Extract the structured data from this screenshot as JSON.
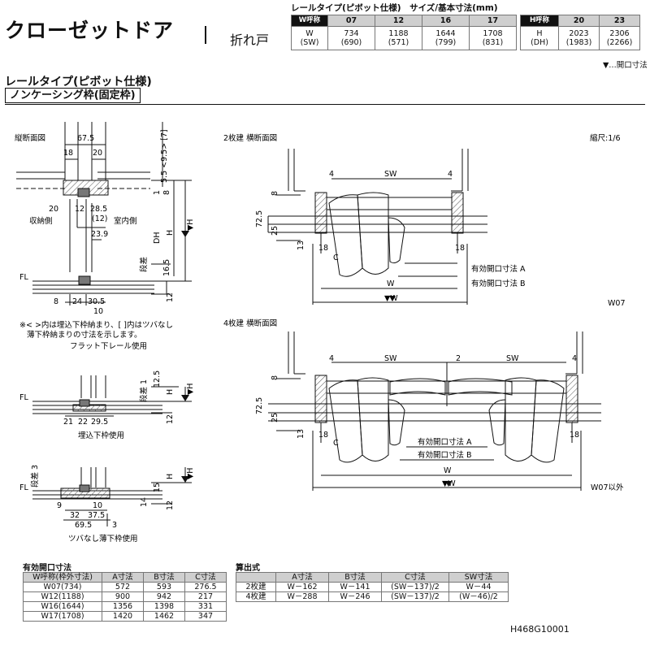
{
  "header": {
    "title": "クローゼットドア",
    "subtitle": "折れ戸",
    "size_caption": "レールタイプ(ピボット仕様)　サイズ/基本寸法(mm)",
    "w_table": {
      "key": "W呼称",
      "codes": [
        "07",
        "12",
        "16",
        "17"
      ],
      "row_label": "W",
      "row_label_sub": "(SW)",
      "values": [
        "734",
        "1188",
        "1644",
        "1708"
      ],
      "sub_values": [
        "(690)",
        "(571)",
        "(799)",
        "(831)"
      ]
    },
    "h_table": {
      "key": "H呼称",
      "codes": [
        "20",
        "23"
      ],
      "row_label": "H",
      "row_label_sub": "(DH)",
      "values": [
        "2023",
        "2306"
      ],
      "sub_values": [
        "(1983)",
        "(2266)"
      ]
    },
    "opening_note": "▼…開口寸法"
  },
  "section": {
    "heading": "レールタイプ(ピボット仕様)",
    "frame_type": "ノンケーシング枠(固定枠)",
    "scale": "縮尺:1/6"
  },
  "vertical_section": {
    "title": "縦断面図",
    "labels": {
      "d675": "67.5",
      "d18": "18",
      "d20": "20",
      "top_dims": "5.5 <9.5> [7]",
      "d1": "1",
      "d8": "8",
      "d20b": "20",
      "d12": "12",
      "d285": "28.5",
      "d12p": "(12)",
      "storage": "収納側",
      "indoor": "室内側",
      "d239": "23.9",
      "dh": "DH",
      "h": "H",
      "hopen": "▼H",
      "step": "段差",
      "d165": "16.5",
      "fl": "FL",
      "d8b": "8",
      "d24": "24",
      "d305": "30.5",
      "d10": "10",
      "d12b": "12"
    },
    "note": [
      "※< >内は埋込下枠納まり、[ ]内はツバなし",
      "薄下枠納まりの寸法を示します。"
    ]
  },
  "flat_rail": {
    "caption": "フラット下レール使用"
  },
  "embedded_frame": {
    "caption": "埋込下枠使用",
    "labels": {
      "step": "段差 1",
      "d125": "12.5",
      "h": "H",
      "hopen": "▼H",
      "fl": "FL",
      "d21": "21",
      "d22": "22",
      "d295": "29.5",
      "d12": "12"
    }
  },
  "thin_frame": {
    "caption": "ツバなし薄下枠使用",
    "labels": {
      "step": "段差 3",
      "fl": "FL",
      "d9": "9",
      "d10": "10",
      "d32": "32",
      "d375": "37.5",
      "d695": "69.5",
      "d3": "3",
      "d14": "14",
      "d15": "15",
      "h": "H",
      "hopen": "▼H",
      "d12": "12"
    }
  },
  "two_panel": {
    "title": "2枚建 横断面図",
    "labels": {
      "d4a": "4",
      "sw": "SW",
      "d4b": "4",
      "d8": "8",
      "d725": "72.5",
      "d25": "25",
      "d13": "13",
      "d18a": "18",
      "d18b": "18",
      "c": "C",
      "w": "W",
      "wopen": "▼W"
    },
    "eff_a": "有効開口寸法 A",
    "eff_b": "有効開口寸法 B",
    "tag": "W07"
  },
  "four_panel": {
    "title": "4枚建 横断面図",
    "labels": {
      "d4a": "4",
      "sw1": "SW",
      "d2": "2",
      "sw2": "SW",
      "d4b": "4",
      "d8": "8",
      "d725": "72.5",
      "d25": "25",
      "d13": "13",
      "d18a": "18",
      "d18b": "18",
      "c": "C",
      "w": "W",
      "wopen": "▼W"
    },
    "eff_a": "有効開口寸法 A",
    "eff_b": "有効開口寸法 B",
    "tag": "W07以外"
  },
  "effective_table": {
    "caption": "有効開口寸法",
    "headers": [
      "W呼称(枠外寸法)",
      "A寸法",
      "B寸法",
      "C寸法"
    ],
    "rows": [
      [
        "W07(734)",
        "572",
        "593",
        "276.5"
      ],
      [
        "W12(1188)",
        "900",
        "942",
        "217"
      ],
      [
        "W16(1644)",
        "1356",
        "1398",
        "331"
      ],
      [
        "W17(1708)",
        "1420",
        "1462",
        "347"
      ]
    ]
  },
  "formula_table": {
    "caption": "算出式",
    "headers": [
      "",
      "A寸法",
      "B寸法",
      "C寸法",
      "SW寸法"
    ],
    "rows": [
      [
        "2枚建",
        "W－162",
        "W－141",
        "(SW－137)/2",
        "W－44"
      ],
      [
        "4枚建",
        "W－288",
        "W－246",
        "(SW－137)/2",
        "(W－46)/2"
      ]
    ]
  },
  "drawing_code": "H468G10001"
}
